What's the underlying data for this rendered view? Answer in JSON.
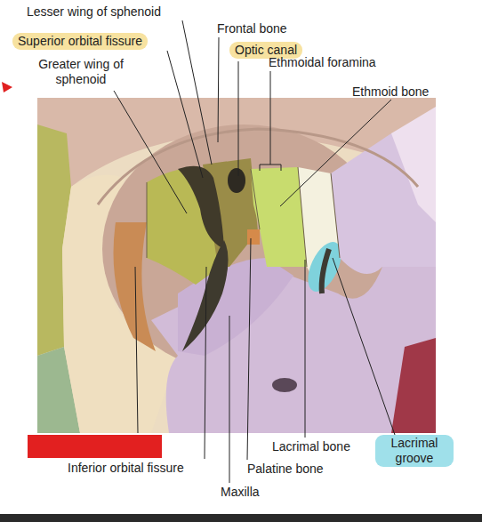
{
  "diagram": {
    "labels": [
      "Lesser wing of sphenoid",
      "Frontal bone",
      "Superior orbital fissure",
      "Optic canal",
      "Greater wing of sphenoid",
      "Ethmoidal foramina",
      "Ethmoid bone",
      "Inferior orbital fissure",
      "Lacrimal bone",
      "Lacrimal groove",
      "Palatine bone",
      "Maxilla"
    ]
  }
}
